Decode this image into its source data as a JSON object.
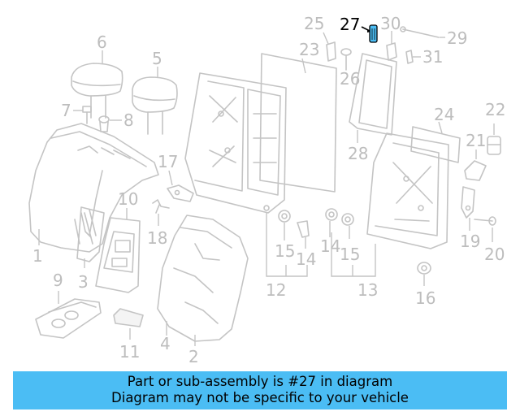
{
  "diagram": {
    "highlight_part": "27",
    "highlight_color": "#4bbdf4",
    "labels": [
      "1",
      "2",
      "3",
      "4",
      "5",
      "6",
      "7",
      "8",
      "9",
      "10",
      "11",
      "12",
      "13",
      "14",
      "14",
      "15",
      "15",
      "16",
      "17",
      "18",
      "19",
      "20",
      "21",
      "22",
      "23",
      "24",
      "25",
      "26",
      "27",
      "28",
      "29",
      "30",
      "31"
    ]
  },
  "banner": {
    "line1": "Part or sub-assembly is #27 in diagram",
    "line2": "Diagram may not be specific to your vehicle",
    "background": "#4bbdf4"
  }
}
